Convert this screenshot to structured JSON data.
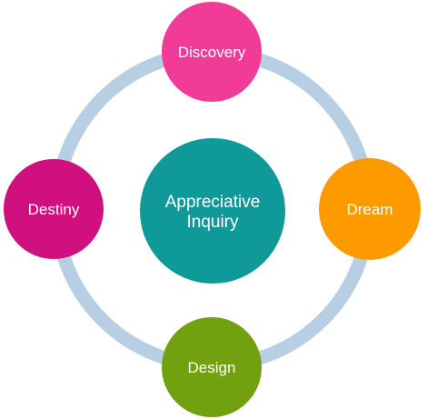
{
  "diagram": {
    "center": {
      "line1": "Appreciative",
      "line2": "Inquiry",
      "color": "#0f9a99"
    },
    "ring_color": "#b7cfe3",
    "nodes": [
      {
        "id": "discovery",
        "label": "Discovery",
        "color": "#f03c96"
      },
      {
        "id": "dream",
        "label": "Dream",
        "color": "#fc9a00"
      },
      {
        "id": "design",
        "label": "Design",
        "color": "#71a10e"
      },
      {
        "id": "destiny",
        "label": "Destiny",
        "color": "#d0107c"
      }
    ]
  }
}
